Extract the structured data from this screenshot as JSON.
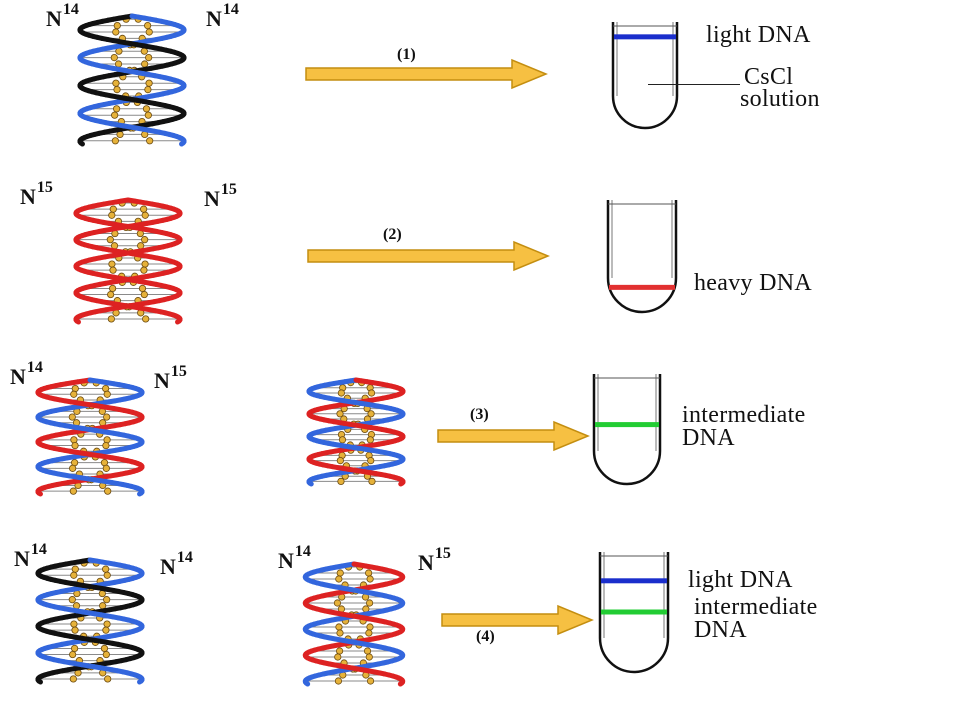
{
  "colors": {
    "n14_strand": "#3366dd",
    "n15_strand": "#dd2222",
    "backbone": "#111111",
    "arrow_fill": "#f6c042",
    "arrow_stroke": "#c48e10",
    "light_band": "#1a2ecc",
    "heavy_band": "#e23030",
    "intermediate_band": "#22cc33"
  },
  "row1": {
    "left_label": {
      "element": "N",
      "isotope": "14"
    },
    "right_label": {
      "element": "N",
      "isotope": "14"
    },
    "step": "(1)",
    "band_label": "light DNA",
    "solution_label_line1": "CsCl",
    "solution_label_line2": "solution"
  },
  "row2": {
    "left_label": {
      "element": "N",
      "isotope": "15"
    },
    "right_label": {
      "element": "N",
      "isotope": "15"
    },
    "step": "(2)",
    "band_label": "heavy DNA"
  },
  "row3": {
    "left_label": {
      "element": "N",
      "isotope": "14"
    },
    "right_label": {
      "element": "N",
      "isotope": "15"
    },
    "step": "(3)",
    "band_label_line1": "intermediate",
    "band_label_line2": "DNA"
  },
  "row4": {
    "left_label_a": {
      "element": "N",
      "isotope": "14"
    },
    "right_label_a": {
      "element": "N",
      "isotope": "14"
    },
    "left_label_b": {
      "element": "N",
      "isotope": "14"
    },
    "right_label_b": {
      "element": "N",
      "isotope": "15"
    },
    "step": "(4)",
    "band1_label": "light DNA",
    "band2_label_line1": "intermediate",
    "band2_label_line2": "DNA"
  }
}
